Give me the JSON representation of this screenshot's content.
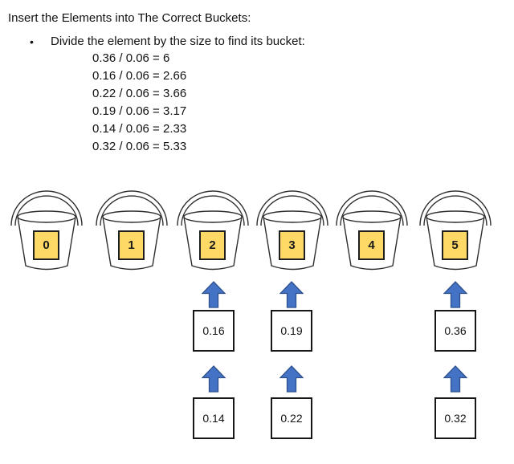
{
  "header": {
    "title": "Insert the Elements into The Correct Buckets:",
    "bullet": "Divide the element by the size to find its bucket:"
  },
  "equations": [
    "0.36 / 0.06 = 6",
    "0.16 / 0.06 = 2.66",
    "0.22 / 0.06 = 3.66",
    "0.19 / 0.06 = 3.17",
    "0.14 / 0.06 = 2.33",
    "0.32 / 0.06 = 5.33"
  ],
  "buckets": [
    {
      "label": "0"
    },
    {
      "label": "1"
    },
    {
      "label": "2"
    },
    {
      "label": "3"
    },
    {
      "label": "4"
    },
    {
      "label": "5"
    }
  ],
  "columns": [
    {
      "target_bucket": "2",
      "top_value": "0.16",
      "bottom_value": "0.14"
    },
    {
      "target_bucket": "3",
      "top_value": "0.19",
      "bottom_value": "0.22"
    },
    {
      "target_bucket": "5",
      "top_value": "0.36",
      "bottom_value": "0.32"
    }
  ],
  "colors": {
    "bucket_number_fill": "#FFD966",
    "arrow_fill": "#4472C4",
    "arrow_border": "#2F528F",
    "outline": "#2e2e2e"
  }
}
